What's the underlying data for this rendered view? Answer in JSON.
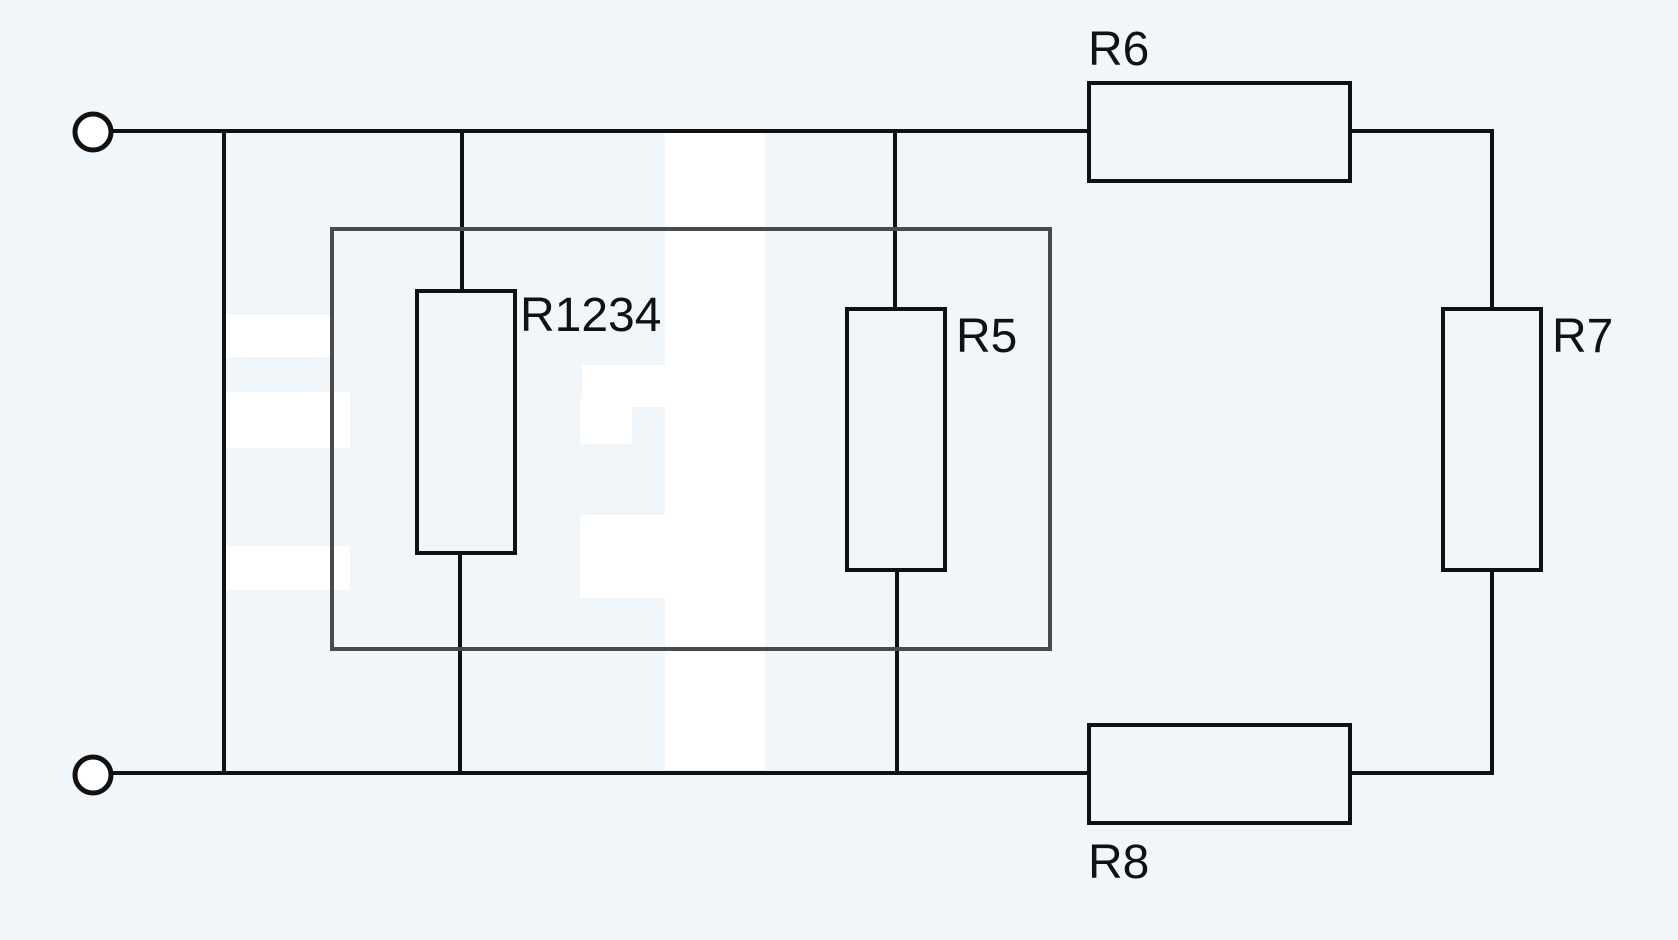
{
  "diagram": {
    "type": "circuit-schematic",
    "colors": {
      "background": "#f1f6fa",
      "wire": "#111111",
      "frame": "#4a4a4a",
      "highlight": "#ffffff"
    },
    "terminals": [
      {
        "id": "terminal-top",
        "symbol": "open-circle"
      },
      {
        "id": "terminal-bottom",
        "symbol": "open-circle"
      }
    ],
    "resistors": [
      {
        "id": "r1234",
        "label": "R1234"
      },
      {
        "id": "r5",
        "label": "R5"
      },
      {
        "id": "r6",
        "label": "R6"
      },
      {
        "id": "r7",
        "label": "R7"
      },
      {
        "id": "r8",
        "label": "R8"
      }
    ],
    "groups": [
      {
        "id": "group-box",
        "members": [
          "r1234",
          "r5"
        ]
      }
    ],
    "connections": [
      [
        "terminal-top",
        "r1234"
      ],
      [
        "terminal-top",
        "r5"
      ],
      [
        "terminal-top",
        "r6"
      ],
      [
        "r6",
        "r7"
      ],
      [
        "r7",
        "r8"
      ],
      [
        "r8",
        "terminal-bottom"
      ],
      [
        "r1234",
        "terminal-bottom"
      ],
      [
        "r5",
        "terminal-bottom"
      ],
      [
        "terminal-top",
        "terminal-bottom"
      ]
    ]
  }
}
